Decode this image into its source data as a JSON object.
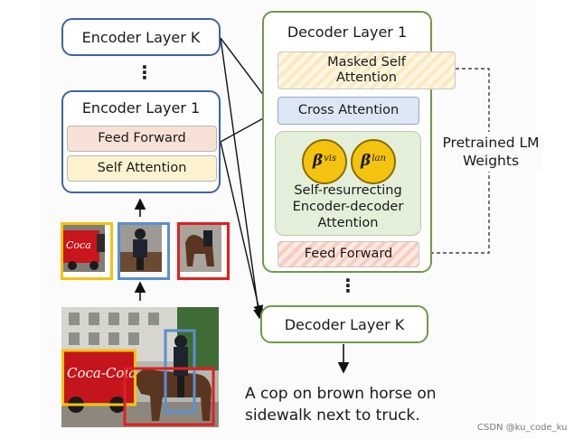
{
  "encoder": {
    "layer_k": "Encoder Layer K",
    "dots": "⋮",
    "layer_1": {
      "title": "Encoder Layer 1",
      "feed_forward": "Feed Forward",
      "self_attention": "Self Attention"
    }
  },
  "decoder": {
    "layer_1": {
      "title": "Decoder Layer 1",
      "masked_self_attention": "Masked Self Attention",
      "cross_attention": "Cross Attention",
      "beta_vis": "vis",
      "beta_lan": "lan",
      "beta_symbol": "β",
      "self_resurrecting": "Self-resurrecting Encoder-decoder Attention",
      "feed_forward": "Feed Forward"
    },
    "dots": "⋮",
    "layer_k": "Decoder Layer K"
  },
  "pretrained": "Pretrained LM Weights",
  "caption": "A cop on brown horse on sidewalk next to truck.",
  "watermark": "CSDN @ku_code_ku",
  "colors": {
    "encoder_border": "#3d63a6",
    "decoder_border": "#6e9b4a",
    "box_yellow": "#f4c30f",
    "box_blue": "#5b8fd1",
    "box_red": "#e02020"
  }
}
